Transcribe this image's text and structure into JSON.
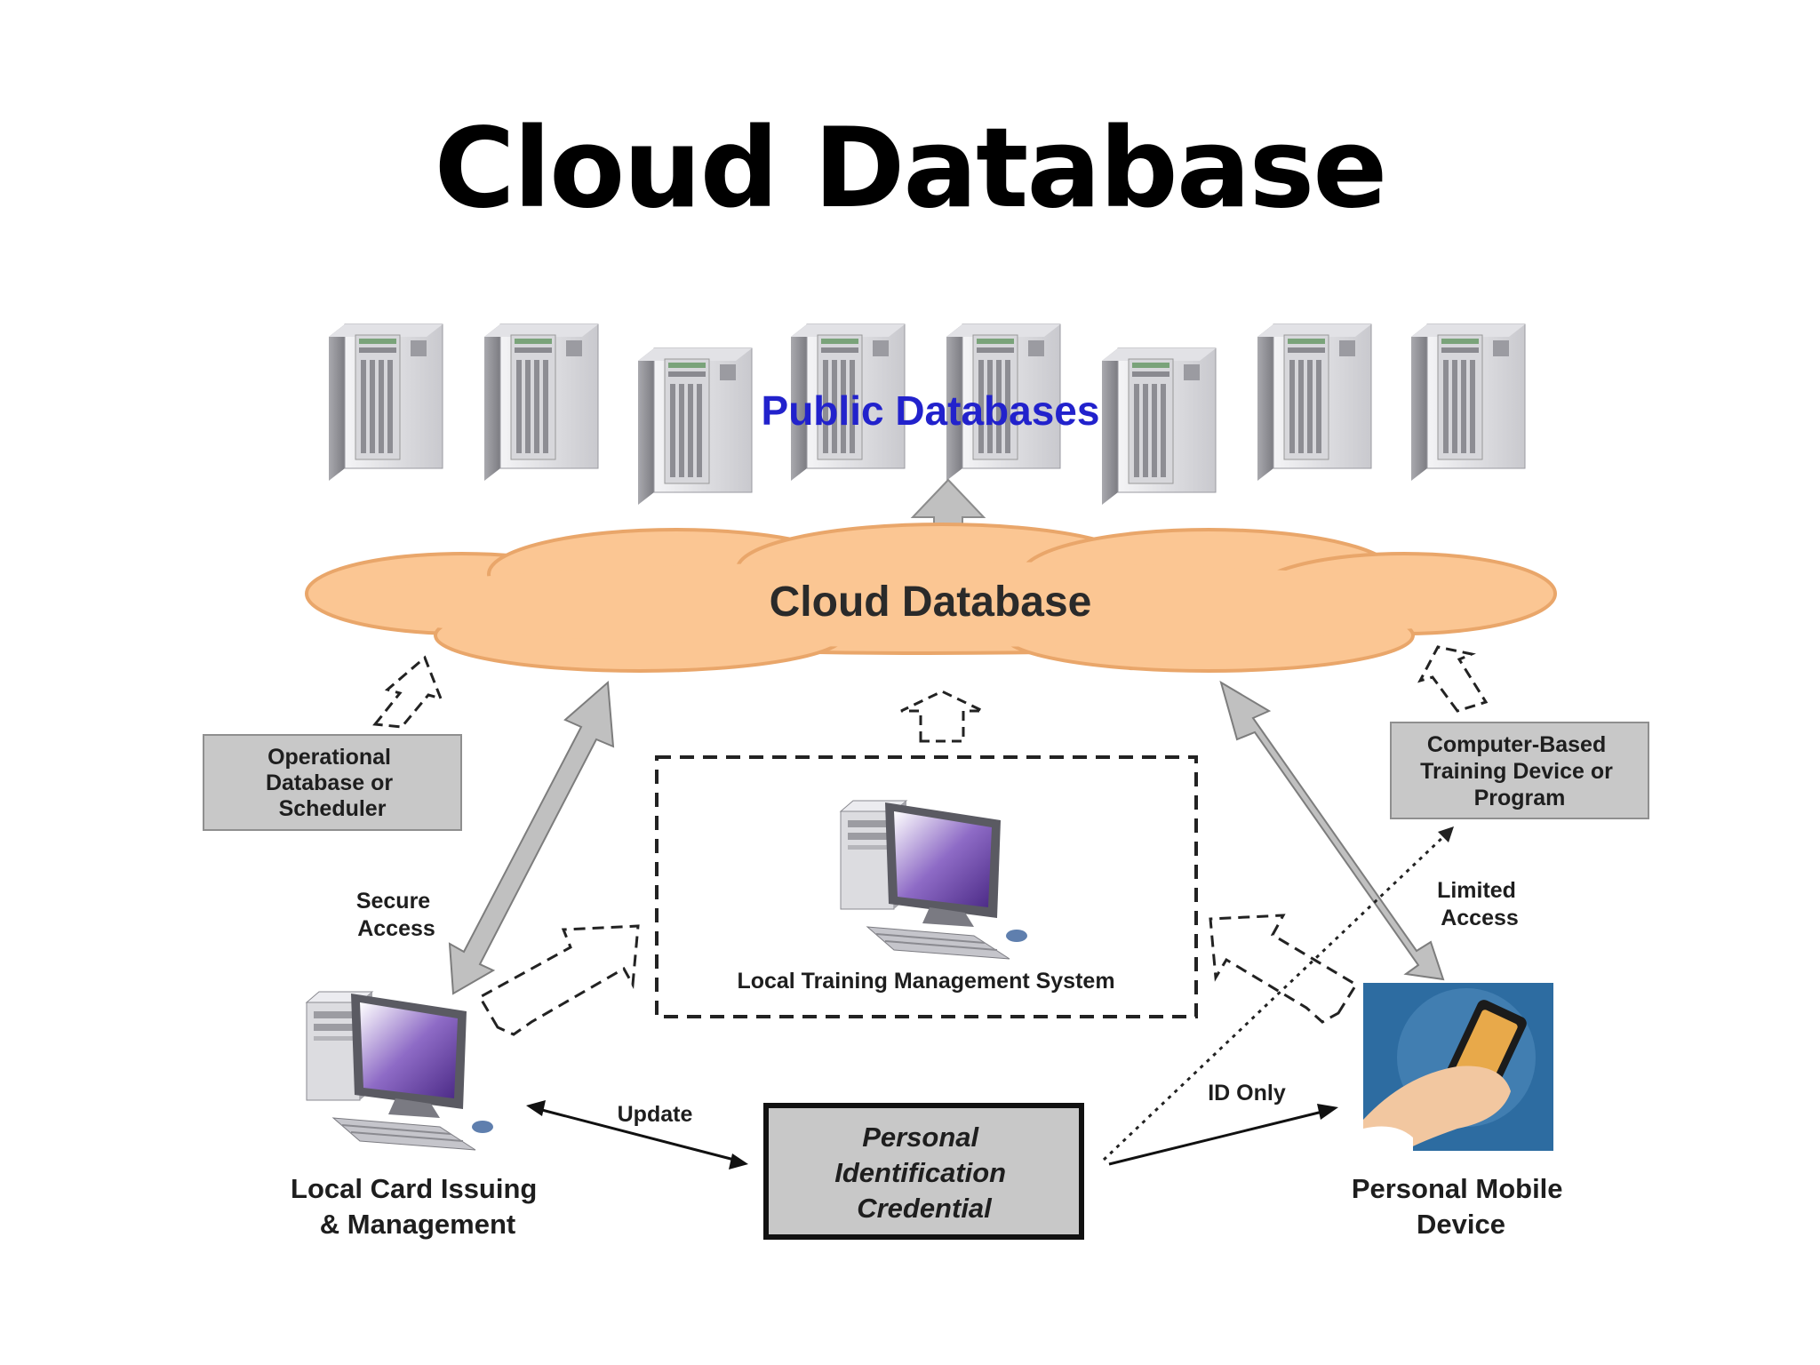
{
  "slide": {
    "title": "Cloud Database"
  },
  "diagram": {
    "public_databases": "Public Databases",
    "cloud": "Cloud Database",
    "operational_db": [
      "Operational",
      "Database or",
      "Scheduler"
    ],
    "computer_training": [
      "Computer-Based",
      "Training Device or",
      "Program"
    ],
    "secure_access": [
      "Secure",
      "Access"
    ],
    "limited_access": [
      "Limited",
      "Access"
    ],
    "ltms": "Local Training Management System",
    "update": "Update",
    "id_only": "ID Only",
    "credential": [
      "Personal",
      "Identification",
      "Credential"
    ],
    "local_card": [
      "Local Card Issuing",
      "& Management"
    ],
    "mobile": [
      "Personal Mobile",
      "Device"
    ]
  },
  "colors": {
    "cloud_fill": "#fbc693",
    "cloud_stroke": "#e9a66a",
    "public_db_text": "#2222cc",
    "box_fill": "#c8c8c8",
    "arrow_fill": "#c0c0c0",
    "monitor_screen": "#6a3fa6",
    "mobile_bg": "#2d6ca1"
  }
}
